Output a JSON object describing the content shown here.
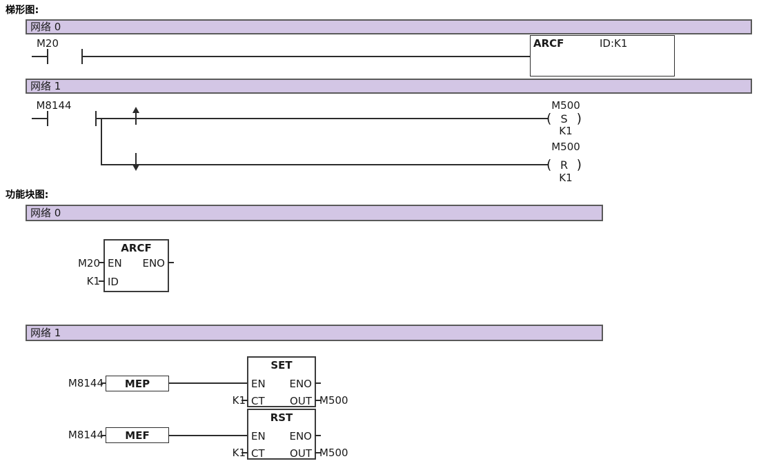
{
  "sections": [
    {
      "title": "梯形图:"
    },
    {
      "title": "功能块图:"
    }
  ],
  "ladder": {
    "networks": [
      {
        "header": "网络 0",
        "contacts": [
          {
            "label": "M20"
          }
        ],
        "block": {
          "title": "ARCF",
          "param": "ID:K1"
        }
      },
      {
        "header": "网络 1",
        "contacts": [
          {
            "label": "M8144"
          }
        ],
        "branches": [
          {
            "edge": "rising",
            "coil_name": "M500",
            "coil_type": "S",
            "coil_param": "K1"
          },
          {
            "edge": "falling",
            "coil_name": "M500",
            "coil_type": "R",
            "coil_param": "K1"
          }
        ]
      }
    ]
  },
  "fbd": {
    "networks": [
      {
        "header": "网络 0",
        "block": {
          "title": "ARCF",
          "in_pins": [
            {
              "name": "EN",
              "value": "M20"
            },
            {
              "name": "ID",
              "value": "K1"
            }
          ],
          "out_pins": [
            {
              "name": "ENO",
              "value": ""
            }
          ]
        }
      },
      {
        "header": "网络 1",
        "rows": [
          {
            "input": "M8144",
            "edge_block": "MEP",
            "block": {
              "title": "SET",
              "in_pins": [
                {
                  "name": "EN",
                  "value": ""
                },
                {
                  "name": "CT",
                  "value": "K1"
                }
              ],
              "out_pins": [
                {
                  "name": "ENO",
                  "value": ""
                },
                {
                  "name": "OUT",
                  "value": "M500"
                }
              ]
            }
          },
          {
            "input": "M8144",
            "edge_block": "MEF",
            "block": {
              "title": "RST",
              "in_pins": [
                {
                  "name": "EN",
                  "value": ""
                },
                {
                  "name": "CT",
                  "value": "K1"
                }
              ],
              "out_pins": [
                {
                  "name": "ENO",
                  "value": ""
                },
                {
                  "name": "OUT",
                  "value": "M500"
                }
              ]
            }
          }
        ]
      }
    ]
  },
  "colors": {
    "network_header_fill": "#d3c6e5",
    "network_header_border": "#595959",
    "line": "#2b2b2b"
  }
}
